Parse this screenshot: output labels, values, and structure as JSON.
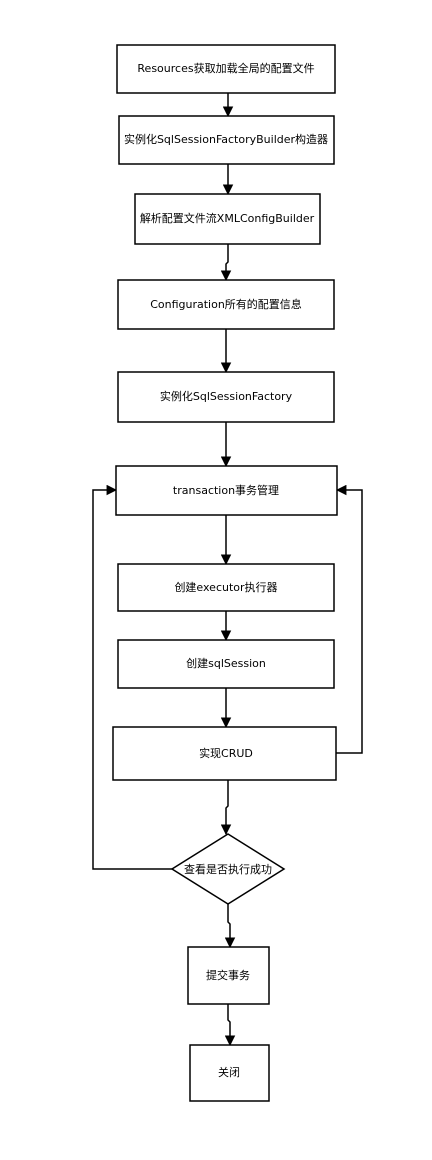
{
  "diagram": {
    "nodes": {
      "resources": "Resources获取加载全局的配置文件",
      "builder": "实例化SqlSessionFactoryBuilder构造器",
      "parse": "解析配置文件流XMLConfigBuilder",
      "configuration": "Configuration所有的配置信息",
      "factory": "实例化SqlSessionFactory",
      "transaction": "transaction事务管理",
      "executor": "创建executor执行器",
      "session": "创建sqlSession",
      "crud": "实现CRUD",
      "check": "查看是否执行成功",
      "commit": "提交事务",
      "close": "关闭"
    }
  },
  "colors": {
    "stroke": "#000000",
    "fill": "#ffffff",
    "text": "#000000"
  }
}
